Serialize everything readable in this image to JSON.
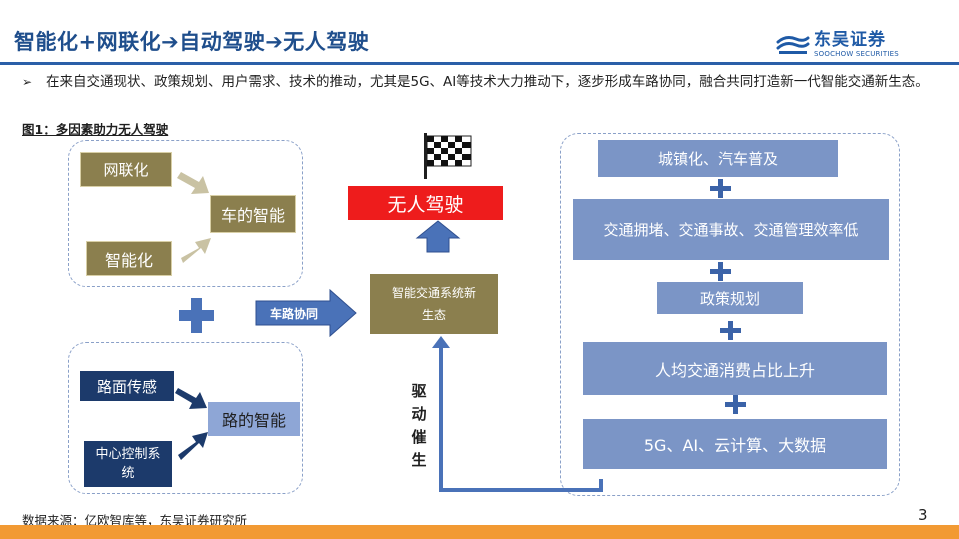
{
  "header": {
    "title": "智能化+网联化➔自动驾驶➔无人驾驶",
    "logo_name": "东吴证券",
    "logo_en": "SOOCHOW SECURITIES"
  },
  "intro": {
    "bullet": "➢",
    "text": "在来自交通现状、政策规划、用户需求、技术的推动，尤其是5G、AI等技术大力推动下，逐步形成车路协同，融合共同打造新一代智能交通新生态。"
  },
  "figure": {
    "label": "图1：多因素助力无人驾驶",
    "car_group": {
      "network": "网联化",
      "intelligent": "智能化",
      "car_intelligence": "车的智能"
    },
    "road_group": {
      "road_sensing": "路面传感",
      "central_control": "中心控制系统",
      "road_intelligence": "路的智能"
    },
    "coordination_label": "车路协同",
    "ecosystem": "智能交通系统新生态",
    "goal": "无人驾驶",
    "drive_label": [
      "驱",
      "动",
      "催",
      "生"
    ],
    "drivers": [
      "城镇化、汽车普及",
      "交通拥堵、交通事故、交通管理效率低",
      "政策规划",
      "人均交通消费占比上升",
      "5G、AI、云计算、大数据"
    ]
  },
  "footer": {
    "source": "数据来源：亿欧智库等，东吴证券研究所",
    "page": "3"
  },
  "colors": {
    "title_blue": "#1f4e8c",
    "olive": "#8b7f4e",
    "navy": "#1c3a6b",
    "steel": "#7b95c6",
    "red": "#ee1c1c",
    "arrow_blue": "#4a72b8",
    "accent_orange": "#f29a33"
  }
}
